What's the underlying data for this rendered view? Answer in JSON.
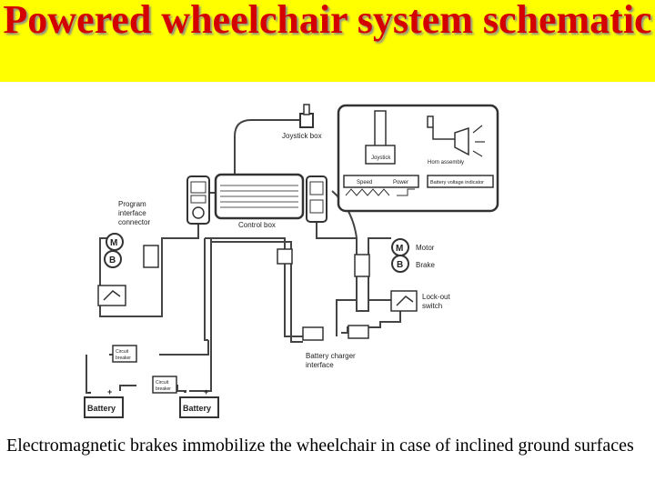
{
  "title": "Powered wheelchair system schematic",
  "caption": "Electromagnetic brakes immobilize the wheelchair in case of inclined ground surfaces",
  "colors": {
    "title_background": "#ffff00",
    "title_text": "#d40000",
    "line": "#444444"
  },
  "diagram": {
    "labels": {
      "joystick_box": "Joystick box",
      "joystick": "Joystick",
      "horn_assembly": "Horn assembly",
      "speed": "Speed",
      "power": "Power",
      "battery_voltage_indicator": "Battery voltage indicator",
      "program_interface_connector_1": "Program",
      "program_interface_connector_2": "interface",
      "program_interface_connector_3": "connector",
      "control_box": "Control box",
      "motor": "Motor",
      "brake": "Brake",
      "motor_symbol": "M",
      "brake_symbol": "B",
      "lockout_switch_1": "Lock-out",
      "lockout_switch_2": "switch",
      "battery_charger_interface_1": "Battery charger",
      "battery_charger_interface_2": "interface",
      "circuit_breaker_1": "Circuit",
      "circuit_breaker_2": "breaker",
      "battery": "Battery",
      "minus": "-",
      "plus": "+"
    }
  }
}
